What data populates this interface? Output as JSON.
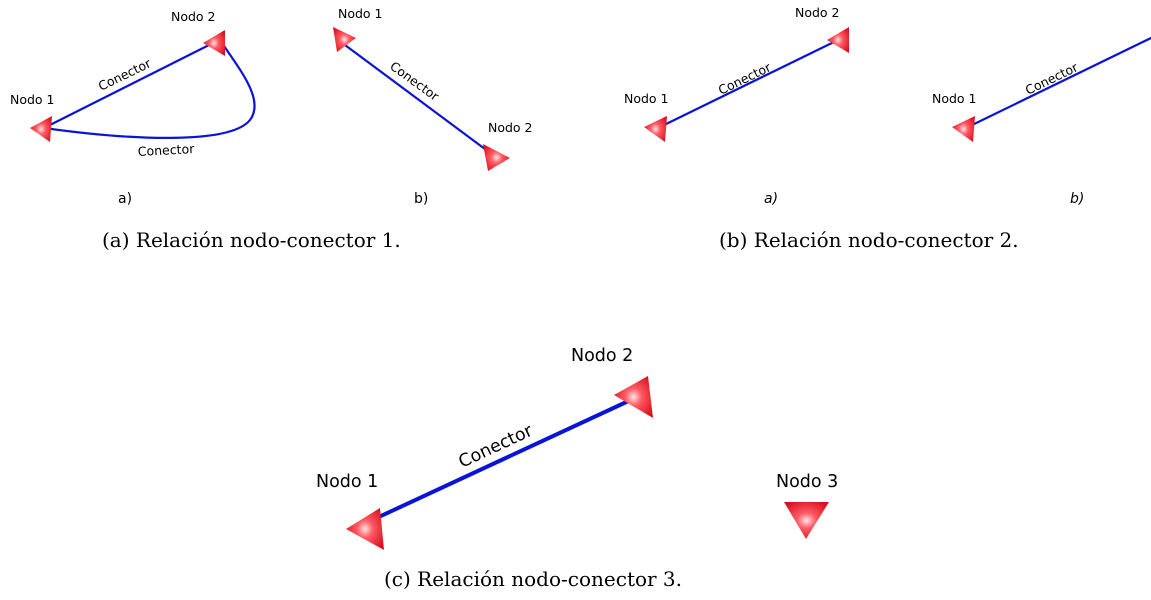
{
  "fig_a": {
    "left": {
      "node1": "Nodo 1",
      "node2": "Nodo 2",
      "connector_top": "Conector",
      "connector_bottom": "Conector",
      "sublabel": "a)"
    },
    "right": {
      "node1": "Nodo 1",
      "node2": "Nodo 2",
      "connector": "Conector",
      "sublabel": "b)"
    },
    "caption": "(a) Relación nodo-conector 1."
  },
  "fig_b": {
    "left": {
      "node1": "Nodo 1",
      "node2": "Nodo 2",
      "connector": "Conector",
      "sublabel": "a)"
    },
    "right": {
      "node1": "Nodo 1",
      "connector": "Conector",
      "sublabel": "b)"
    },
    "caption": "(b) Relación nodo-conector 2."
  },
  "fig_c": {
    "node1": "Nodo 1",
    "node2": "Nodo 2",
    "node3": "Nodo 3",
    "connector": "Conector",
    "caption": "(c) Relación nodo-conector 3."
  },
  "colors": {
    "connector": "#0a14d6",
    "node_dark": "#e8101c",
    "node_light": "#ffd0d4"
  }
}
